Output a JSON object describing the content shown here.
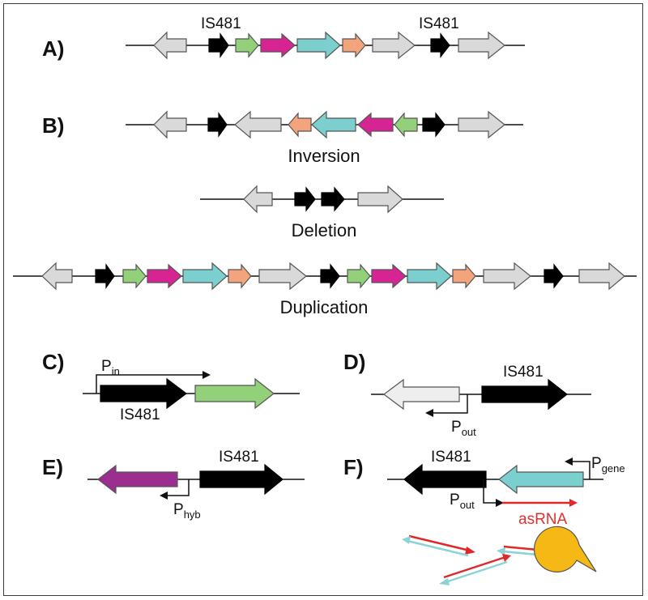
{
  "colors": {
    "grey": "#d9d9d9",
    "black": "#000000",
    "green": "#92d07a",
    "magenta": "#d62593",
    "cyan": "#7ccfcf",
    "salmon": "#f4a47c",
    "purple": "#9b2e8e",
    "light_grey": "#eeeeee",
    "red": "#e02828",
    "yellow": "#f5b814",
    "teal": "#8cd3d3"
  },
  "panels": {
    "a": "A)",
    "b": "B)",
    "c": "C)",
    "d": "D)",
    "e": "E)",
    "f": "F)"
  },
  "labels": {
    "is_a1": "IS481",
    "is_a2": "IS481",
    "inversion": "Inversion",
    "deletion": "Deletion",
    "duplication": "Duplication",
    "is_c": "IS481",
    "is_d": "IS481",
    "is_e": "IS481",
    "is_f": "IS481",
    "asrna": "asRNA"
  },
  "promoters": {
    "p_in": {
      "main": "P",
      "sub": "in"
    },
    "p_out_d": {
      "main": "P",
      "sub": "out"
    },
    "p_hyb": {
      "main": "P",
      "sub": "hyb"
    },
    "p_out_f": {
      "main": "P",
      "sub": "out"
    },
    "p_gene": {
      "main": "P",
      "sub": "gene"
    }
  }
}
